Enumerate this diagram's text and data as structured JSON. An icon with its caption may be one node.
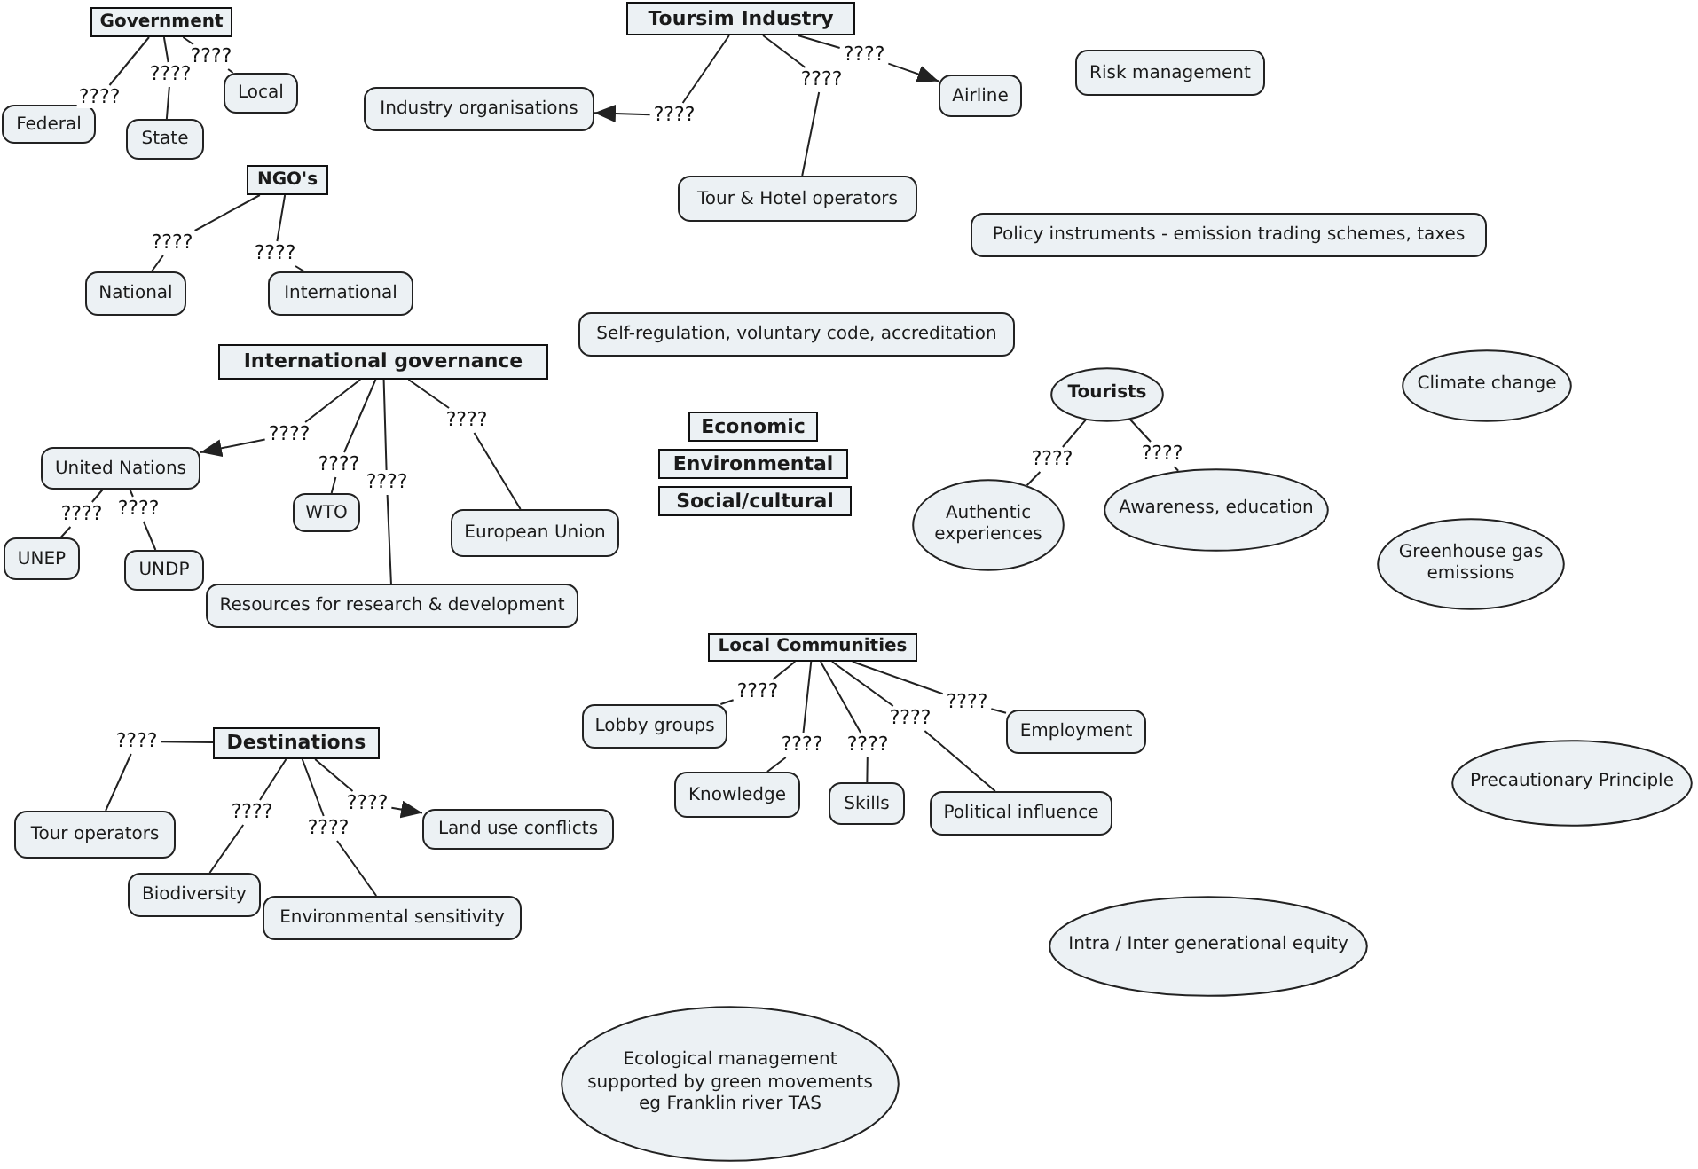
{
  "diagram": {
    "nodes": [
      {
        "text": [
          "Government"
        ]
      },
      {
        "text": [
          "Federal"
        ]
      },
      {
        "text": [
          "State"
        ]
      },
      {
        "text": [
          "Local"
        ]
      },
      {
        "text": [
          "Toursim Industry"
        ]
      },
      {
        "text": [
          "Industry organisations"
        ]
      },
      {
        "text": [
          "Airline"
        ]
      },
      {
        "text": [
          "Tour & Hotel operators"
        ]
      },
      {
        "text": [
          "Risk management"
        ]
      },
      {
        "text": [
          "NGO's"
        ]
      },
      {
        "text": [
          "National"
        ]
      },
      {
        "text": [
          "International"
        ]
      },
      {
        "text": [
          "Policy instruments - emission trading schemes, taxes"
        ]
      },
      {
        "text": [
          "Self-regulation, voluntary code, accreditation"
        ]
      },
      {
        "text": [
          "International governance"
        ]
      },
      {
        "text": [
          "United Nations"
        ]
      },
      {
        "text": [
          "WTO"
        ]
      },
      {
        "text": [
          "Resources for research & development"
        ]
      },
      {
        "text": [
          "European Union"
        ]
      },
      {
        "text": [
          "UNEP"
        ]
      },
      {
        "text": [
          "UNDP"
        ]
      },
      {
        "text": [
          "Economic"
        ]
      },
      {
        "text": [
          "Environmental"
        ]
      },
      {
        "text": [
          "Social/cultural"
        ]
      },
      {
        "text": [
          "Tourists"
        ]
      },
      {
        "text": [
          "Authentic experiences"
        ]
      },
      {
        "text": [
          "Awareness, education"
        ]
      },
      {
        "text": [
          "Climate change"
        ]
      },
      {
        "text": [
          "Greenhouse gas emissions"
        ]
      },
      {
        "text": [
          "Local Communities"
        ]
      },
      {
        "text": [
          "Lobby groups"
        ]
      },
      {
        "text": [
          "Employment"
        ]
      },
      {
        "text": [
          "Knowledge"
        ]
      },
      {
        "text": [
          "Skills"
        ]
      },
      {
        "text": [
          "Political influence"
        ]
      },
      {
        "text": [
          "Destinations"
        ]
      },
      {
        "text": [
          "Tour operators"
        ]
      },
      {
        "text": [
          "Land use conflicts"
        ]
      },
      {
        "text": [
          "Biodiversity"
        ]
      },
      {
        "text": [
          "Environmental sensitivity"
        ]
      },
      {
        "text": [
          "Precautionary Principle"
        ]
      },
      {
        "text": [
          "Intra / Inter generational equity"
        ]
      },
      {
        "text": [
          "Ecological management supported by green movements eg Franklin river TAS"
        ]
      }
    ],
    "edges": [
      {
        "from": 0,
        "to": 1,
        "label": "????",
        "arrow": "none"
      },
      {
        "from": 0,
        "to": 2,
        "label": "????",
        "arrow": "none"
      },
      {
        "from": 0,
        "to": 3,
        "label": "????",
        "arrow": "none"
      },
      {
        "from": 4,
        "to": 5,
        "label": "????",
        "arrow": "to"
      },
      {
        "from": 4,
        "to": 7,
        "label": "????",
        "arrow": "none"
      },
      {
        "from": 4,
        "to": 6,
        "label": "????",
        "arrow": "to"
      },
      {
        "from": 9,
        "to": 10,
        "label": "????",
        "arrow": "none"
      },
      {
        "from": 9,
        "to": 11,
        "label": "????",
        "arrow": "none"
      },
      {
        "from": 14,
        "to": 15,
        "label": "????",
        "arrow": "to"
      },
      {
        "from": 14,
        "to": 16,
        "label": "????",
        "arrow": "none"
      },
      {
        "from": 14,
        "to": 17,
        "label": "????",
        "arrow": "none"
      },
      {
        "from": 14,
        "to": 18,
        "label": "????",
        "arrow": "none"
      },
      {
        "from": 15,
        "to": 19,
        "label": "????",
        "arrow": "none"
      },
      {
        "from": 15,
        "to": 20,
        "label": "????",
        "arrow": "none"
      },
      {
        "from": 24,
        "to": 25,
        "label": "????",
        "arrow": "none"
      },
      {
        "from": 24,
        "to": 26,
        "label": "????",
        "arrow": "none"
      },
      {
        "from": 29,
        "to": 30,
        "label": "????",
        "arrow": "none"
      },
      {
        "from": 29,
        "to": 32,
        "label": "????",
        "arrow": "none"
      },
      {
        "from": 29,
        "to": 33,
        "label": "????",
        "arrow": "none"
      },
      {
        "from": 29,
        "to": 34,
        "label": "????",
        "arrow": "none"
      },
      {
        "from": 29,
        "to": 31,
        "label": "????",
        "arrow": "none"
      },
      {
        "from": 35,
        "to": 36,
        "label": "????",
        "arrow": "none"
      },
      {
        "from": 35,
        "to": 38,
        "label": "????",
        "arrow": "none"
      },
      {
        "from": 35,
        "to": 39,
        "label": "????",
        "arrow": "none"
      },
      {
        "from": 35,
        "to": 37,
        "label": "????",
        "arrow": "to"
      }
    ]
  }
}
